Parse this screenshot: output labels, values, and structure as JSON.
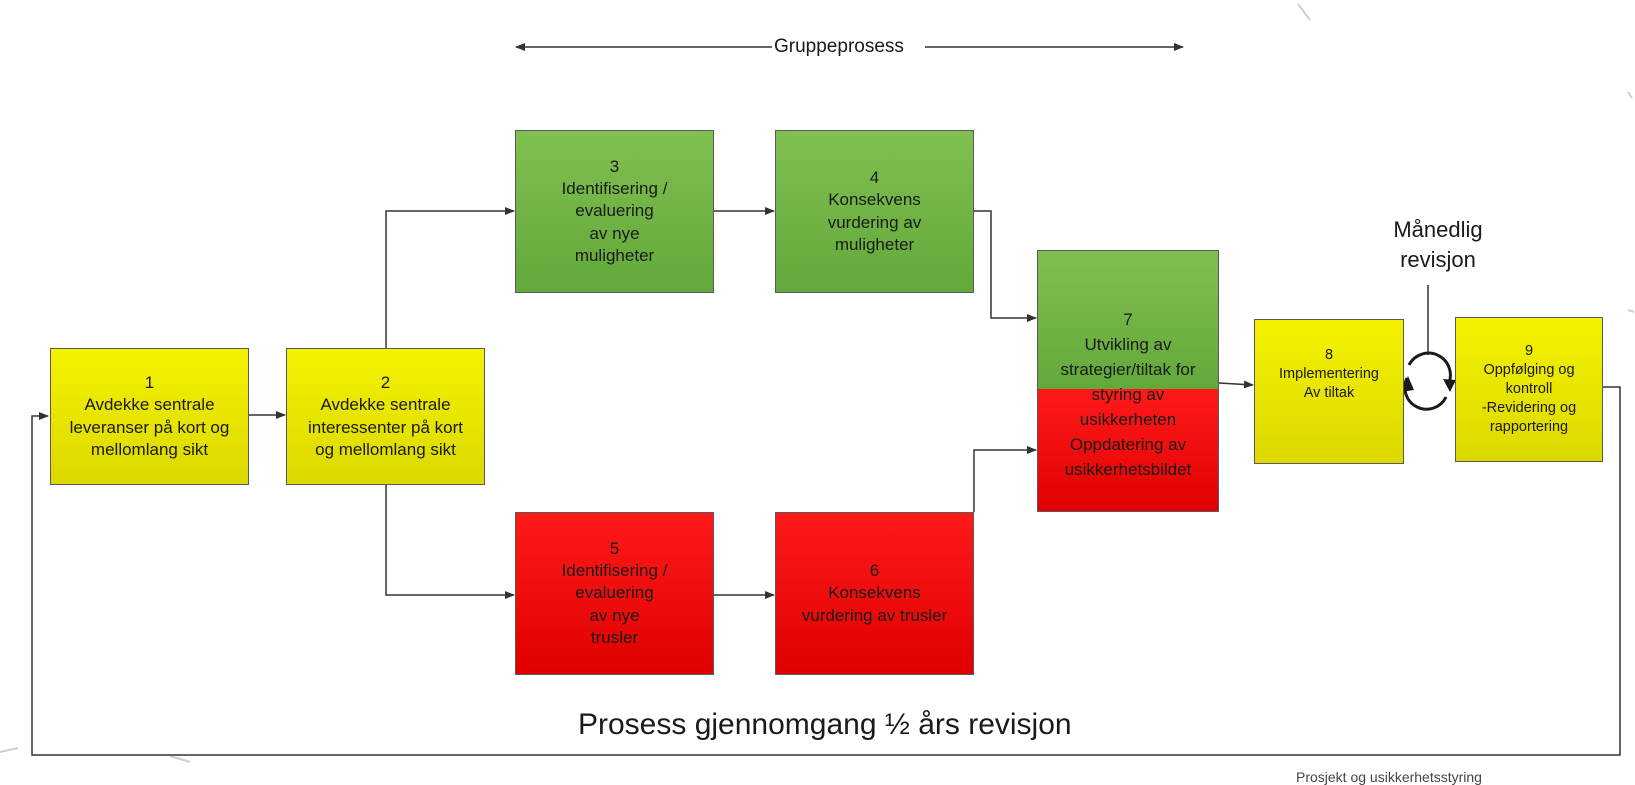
{
  "top_label": "Gruppeprosess",
  "boxes": {
    "b1": {
      "number": "1",
      "l1": "Avdekke sentrale",
      "l2": "leveranser på kort og",
      "l3": "mellomlang sikt"
    },
    "b2": {
      "number": "2",
      "l1": "Avdekke sentrale",
      "l2": "interessenter på kort",
      "l3": "og mellomlang sikt"
    },
    "b3": {
      "number": "3",
      "l1": "Identifisering /",
      "l2": "evaluering",
      "l3": "av nye",
      "l4": "muligheter"
    },
    "b4": {
      "number": "4",
      "l1": "Konsekvens",
      "l2": "vurdering av",
      "l3": "muligheter"
    },
    "b5": {
      "number": "5",
      "l1": "Identifisering /",
      "l2": "evaluering",
      "l3": "av nye",
      "l4": "trusler"
    },
    "b6": {
      "number": "6",
      "l1": "Konsekvens",
      "l2": "vurdering av trusler"
    },
    "b7": {
      "number": "7",
      "l1": "Utvikling av",
      "l2": "strategier/tiltak for",
      "l3": "styring av",
      "l4": "usikkerheten",
      "l5": "Oppdatering av",
      "l6": "usikkerhetsbildet"
    },
    "b8": {
      "number": "8",
      "l1": "Implementering",
      "l2": "Av tiltak"
    },
    "b9": {
      "number": "9",
      "l1": "Oppfølging og",
      "l2": "kontroll",
      "l3": "-Revidering og",
      "l4": "rapportering"
    }
  },
  "monthly_label": {
    "l1": "Månedlig",
    "l2": "revisjon"
  },
  "bottom_label": "Prosess gjennomgang ½ års revisjon",
  "footer_partial": "Prosjekt og usikkerhetsstyring",
  "colors": {
    "yellow": "#f0ee00",
    "green": "#70b445",
    "red": "#f00000",
    "line": "#333333"
  }
}
